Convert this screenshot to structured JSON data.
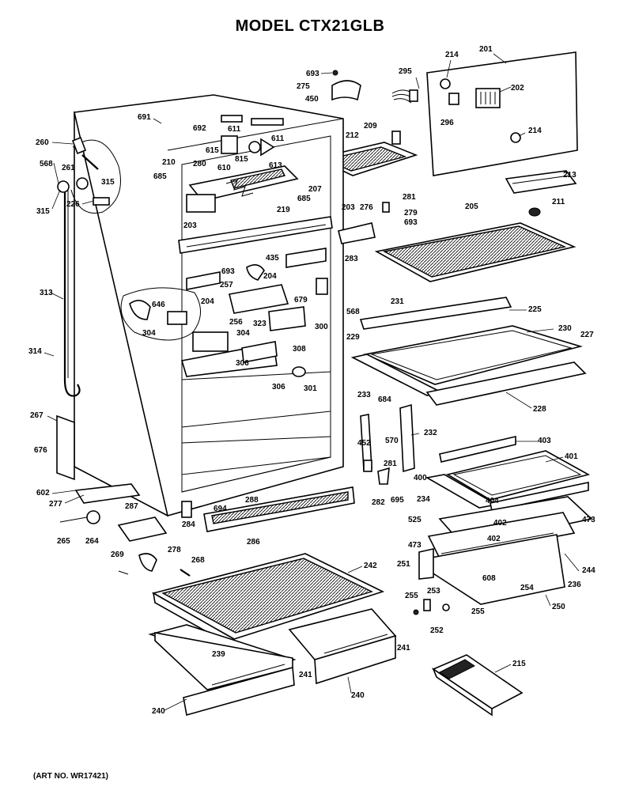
{
  "title": "MODEL CTX21GLB",
  "art_number": "(ART NO. WR17421)",
  "part_labels": [
    "693",
    "275",
    "450",
    "295",
    "214",
    "201",
    "202",
    "296",
    "214",
    "209",
    "212",
    "691",
    "692",
    "611",
    "611",
    "615",
    "610",
    "815",
    "613",
    "260",
    "280",
    "210",
    "261",
    "568",
    "315",
    "315",
    "226",
    "685",
    "207",
    "685",
    "219",
    "281",
    "279",
    "693",
    "276",
    "203",
    "203",
    "211",
    "213",
    "205",
    "283",
    "435",
    "693",
    "204",
    "257",
    "204",
    "679",
    "568",
    "646",
    "256",
    "323",
    "304",
    "300",
    "304",
    "308",
    "306",
    "306",
    "301",
    "231",
    "225",
    "230",
    "229",
    "227",
    "228",
    "313",
    "314",
    "267",
    "676",
    "602",
    "277",
    "287",
    "265",
    "264",
    "269",
    "278",
    "268",
    "284",
    "694",
    "288",
    "286",
    "233",
    "684",
    "570",
    "232",
    "452",
    "281",
    "282",
    "695",
    "403",
    "401",
    "400",
    "404",
    "234",
    "525",
    "473",
    "402",
    "402",
    "473",
    "251",
    "608",
    "244",
    "236",
    "254",
    "250",
    "253",
    "255",
    "255",
    "252",
    "242",
    "239",
    "241",
    "241",
    "240",
    "240",
    "215"
  ]
}
